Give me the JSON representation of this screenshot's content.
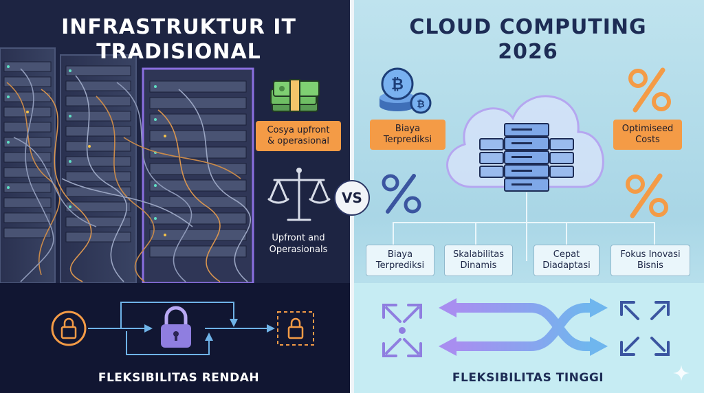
{
  "left": {
    "title_line1": "INFRASTRUKTUR IT",
    "title_line2": "TRADISIONAL",
    "cost_label_line1": "Cosya upfront",
    "cost_label_line2": "& operasional",
    "balance_label_line1": "Upfront and",
    "balance_label_line2": "Operasionals",
    "footer": "FLEKSIBILITAS RENDAH"
  },
  "right": {
    "title_line1": "CLOUD COMPUTING",
    "title_line2": "2026",
    "label_predictable_line1": "Biaya",
    "label_predictable_line2": "Terprediksi",
    "label_optimized_line1": "Optimiseed",
    "label_optimized_line2": "Costs",
    "benefits": [
      {
        "line1": "Biaya",
        "line2": "Terprediksi"
      },
      {
        "line1": "Skalabilitas",
        "line2": "Dinamis"
      },
      {
        "line1": "Cepat",
        "line2": "Diadaptasi"
      },
      {
        "line1": "Fokus Inovasi",
        "line2": "Bisnis"
      }
    ],
    "footer": "FLEKSIBILITAS TINGGI"
  },
  "vs_label": "VS",
  "colors": {
    "left_bg": "#1d2442",
    "right_bg": "#bfe3ee",
    "orange": "#f49b46",
    "purple": "#8f7ee0",
    "blue": "#5aa7e8"
  }
}
